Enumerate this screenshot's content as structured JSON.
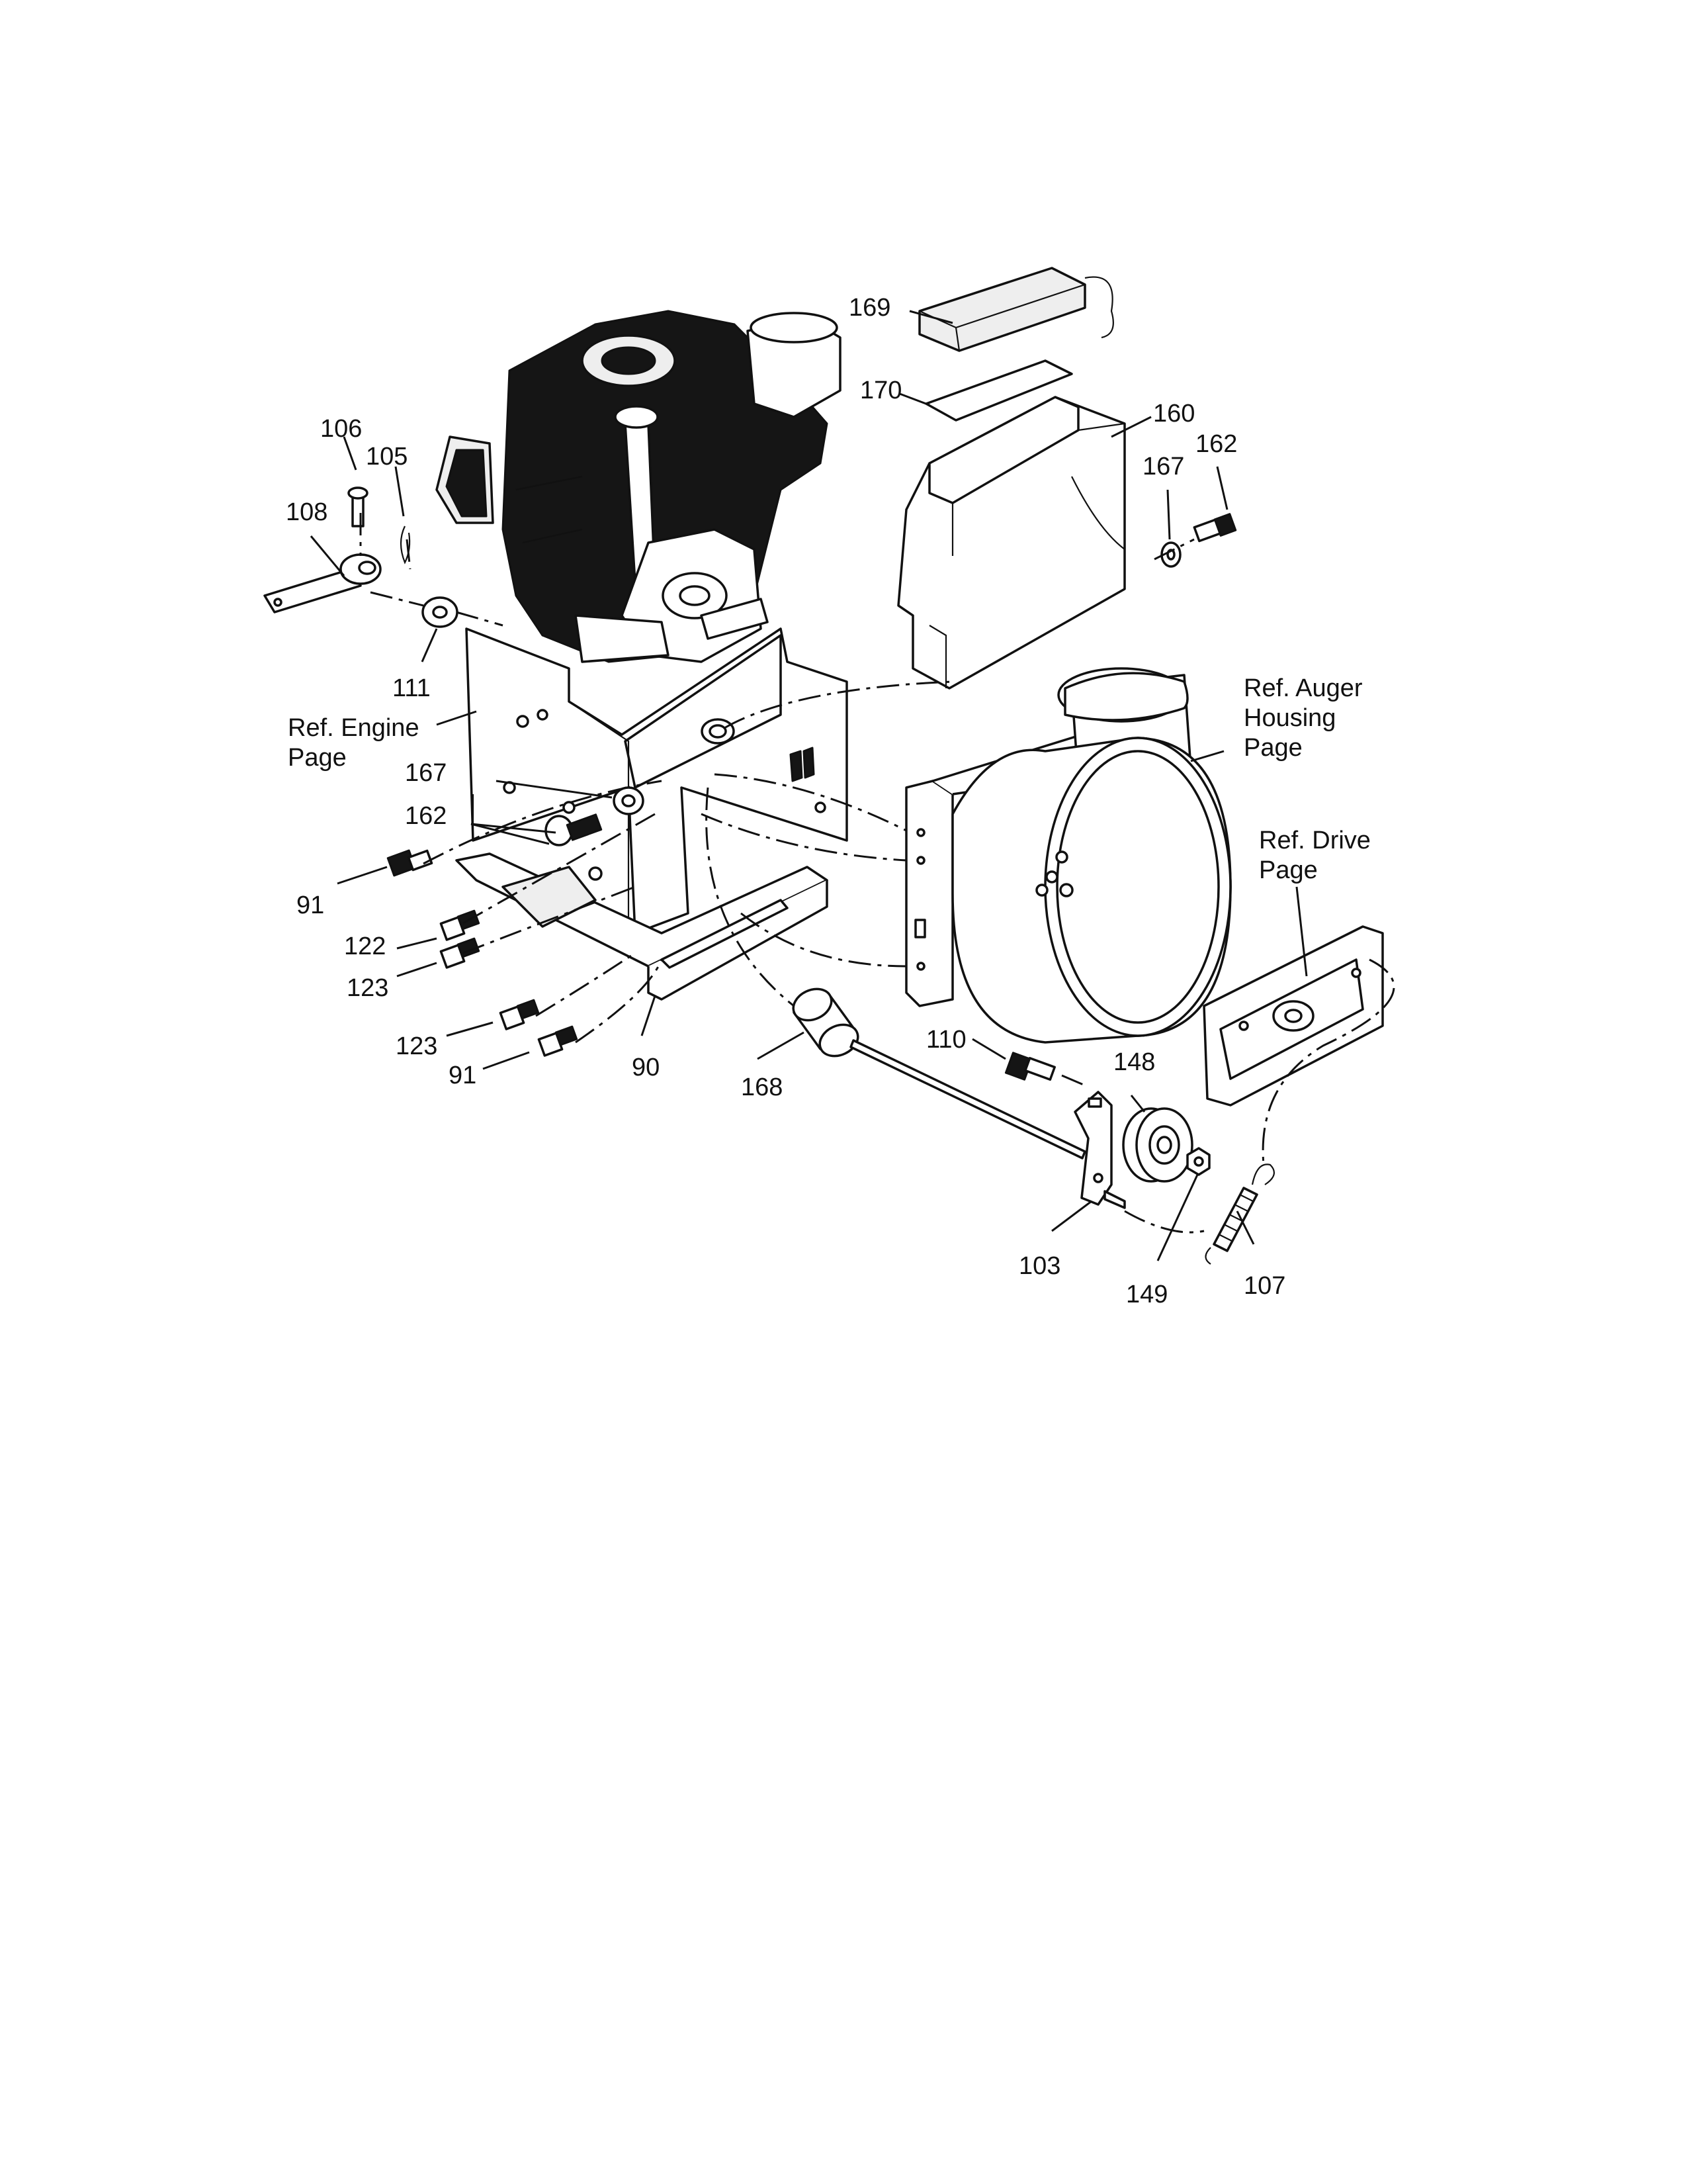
{
  "parts": [
    {
      "id": "169",
      "text": "169"
    },
    {
      "id": "170",
      "text": "170"
    },
    {
      "id": "160",
      "text": "160"
    },
    {
      "id": "162a",
      "text": "162"
    },
    {
      "id": "167a",
      "text": "167"
    },
    {
      "id": "106",
      "text": "106"
    },
    {
      "id": "105",
      "text": "105"
    },
    {
      "id": "108",
      "text": "108"
    },
    {
      "id": "111",
      "text": "111"
    },
    {
      "id": "167b",
      "text": "167"
    },
    {
      "id": "162b",
      "text": "162"
    },
    {
      "id": "91a",
      "text": "91"
    },
    {
      "id": "122",
      "text": "122"
    },
    {
      "id": "123a",
      "text": "123"
    },
    {
      "id": "123b",
      "text": "123"
    },
    {
      "id": "91b",
      "text": "91"
    },
    {
      "id": "90",
      "text": "90"
    },
    {
      "id": "168",
      "text": "168"
    },
    {
      "id": "110",
      "text": "110"
    },
    {
      "id": "148",
      "text": "148"
    },
    {
      "id": "103",
      "text": "103"
    },
    {
      "id": "149",
      "text": "149"
    },
    {
      "id": "107",
      "text": "107"
    }
  ],
  "references": {
    "engine": {
      "line1": "Ref. Engine",
      "line2": "Page"
    },
    "auger": {
      "line1": "Ref. Auger",
      "line2": "Housing",
      "line3": "Page"
    },
    "drive": {
      "line1": "Ref. Drive",
      "line2": "Page"
    }
  }
}
